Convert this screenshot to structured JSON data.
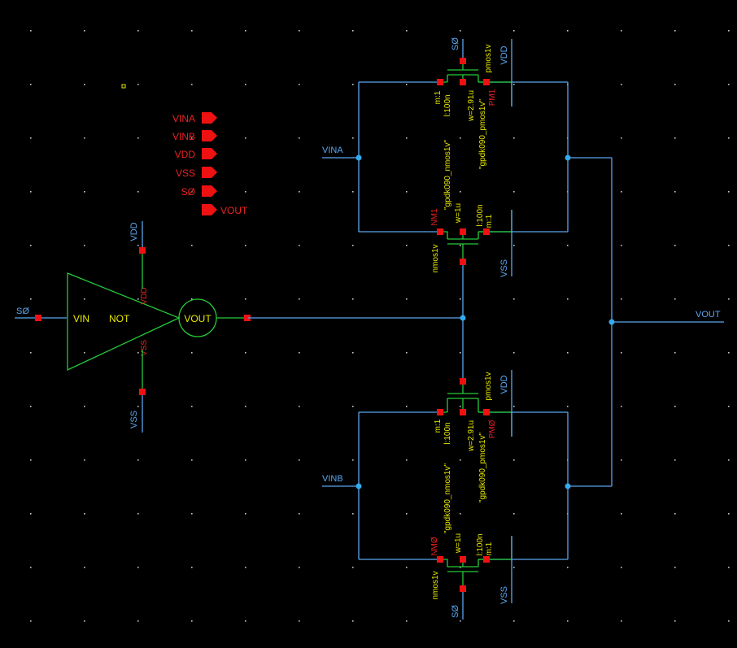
{
  "colors": {
    "background": "#000000",
    "wire": "#5aa7f0",
    "device": "#25c93a",
    "pin": "#ee1111",
    "junction": "#33aaee",
    "label_yellow": "#e8e800",
    "label_red": "#ee2222",
    "grid_dot": "#c8c8c8"
  },
  "pins": [
    "VINA",
    "VINB",
    "VDD",
    "VSS",
    "SØ",
    "VOUT"
  ],
  "inverter": {
    "name": "NOT",
    "in_pin": "VIN",
    "out_pin": "VOUT",
    "vdd_pin": "VDD",
    "vss_pin": "VSS",
    "in_net": "SØ",
    "vdd_net": "VDD",
    "vss_net": "VSS"
  },
  "nets": {
    "vina": "VINA",
    "vinb": "VINB",
    "vout": "VOUT"
  },
  "transistors": {
    "pm1": {
      "gate_net": "SØ",
      "bulk_net": "VDD",
      "type": "pmos1v",
      "name": "PM1",
      "m": "m:1",
      "l": "l:100n",
      "w": "w=2.91u",
      "model": "\"gpdk090_pmos1v\""
    },
    "nm1": {
      "bulk_net": "VSS",
      "type": "nmos1v",
      "name": "NM1",
      "m": "m:1",
      "l": "l:100n",
      "w": "w=1u",
      "model": "\"gpdk090_nmos1v\""
    },
    "pm0": {
      "bulk_net": "VDD",
      "type": "pmos1v",
      "name": "PMØ",
      "m": "m:1",
      "l": "l:100n",
      "w": "w=2.91u",
      "model": "\"gpdk090_pmos1v\""
    },
    "nm0": {
      "gate_net": "SØ",
      "bulk_net": "VSS",
      "type": "nmos1v",
      "name": "NMØ",
      "m": "m:1",
      "l": "l:100n",
      "w": "w=1u",
      "model": "\"gpdk090_nmos1v\""
    }
  }
}
